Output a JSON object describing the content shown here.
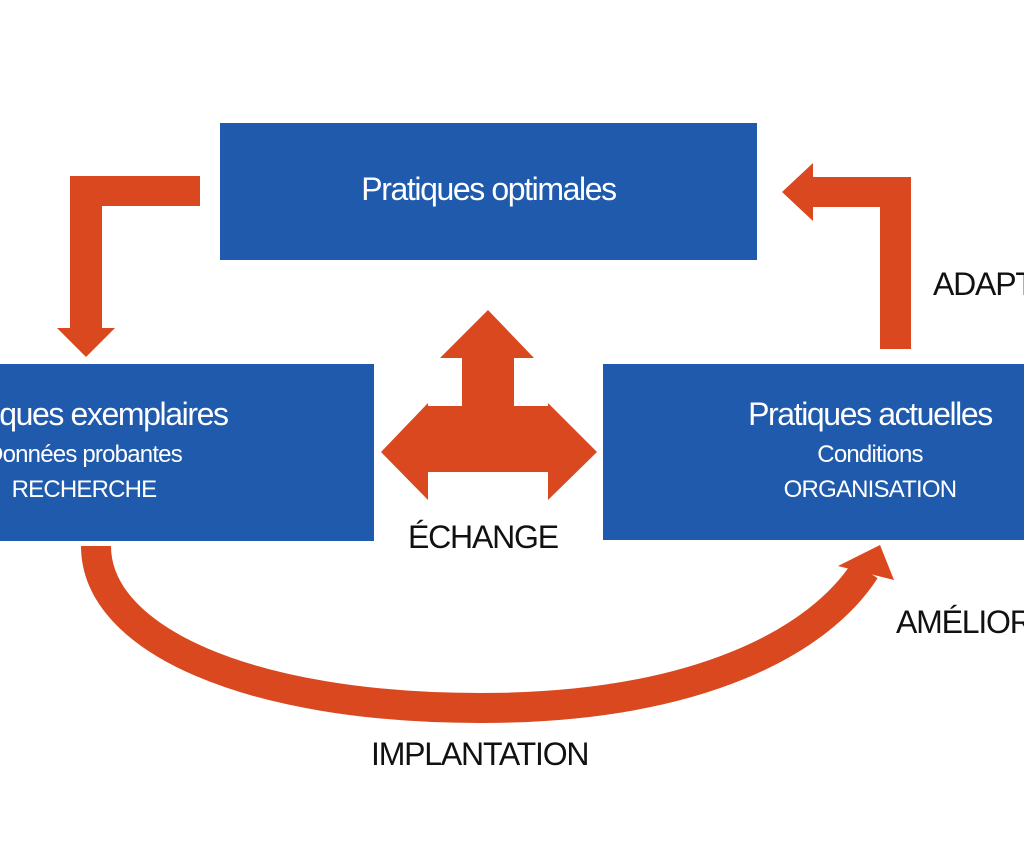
{
  "colors": {
    "box_fill": "#1f5aac",
    "box_text": "#ffffff",
    "arrow": "#d9481f",
    "label_text": "#111111",
    "background": "#ffffff"
  },
  "boxes": {
    "top": {
      "title": "Pratiques optimales"
    },
    "left": {
      "title": "Pratiques exemplaires",
      "line2": "Données probantes",
      "line3": "RECHERCHE"
    },
    "right": {
      "title": "Pratiques actuelles",
      "line2": "Conditions",
      "line3": "ORGANISATION"
    }
  },
  "labels": {
    "exchange": "ÉCHANGE",
    "implementation": "IMPLANTATION",
    "adaptation": "ADAPTATION",
    "improvement": "AMÉLIORATION"
  }
}
